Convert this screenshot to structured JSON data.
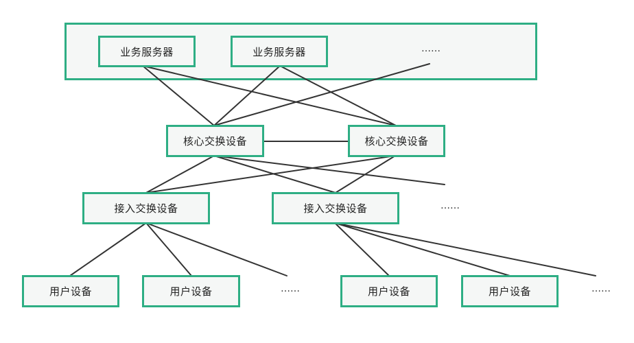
{
  "diagram": {
    "service_layer": {
      "servers": [
        "业务服务器",
        "业务服务器"
      ],
      "ellipsis": "……"
    },
    "core_layer": {
      "devices": [
        "核心交换设备",
        "核心交换设备"
      ]
    },
    "access_layer": {
      "devices": [
        "接入交换设备",
        "接入交换设备"
      ],
      "ellipsis": "……"
    },
    "user_layer": {
      "left_group": [
        "用户设备",
        "用户设备"
      ],
      "left_ellipsis": "……",
      "right_group": [
        "用户设备",
        "用户设备"
      ],
      "right_ellipsis": "……"
    },
    "colors": {
      "box_border": "#2eae84",
      "box_fill": "#f5f7f6",
      "line": "#333333"
    }
  }
}
